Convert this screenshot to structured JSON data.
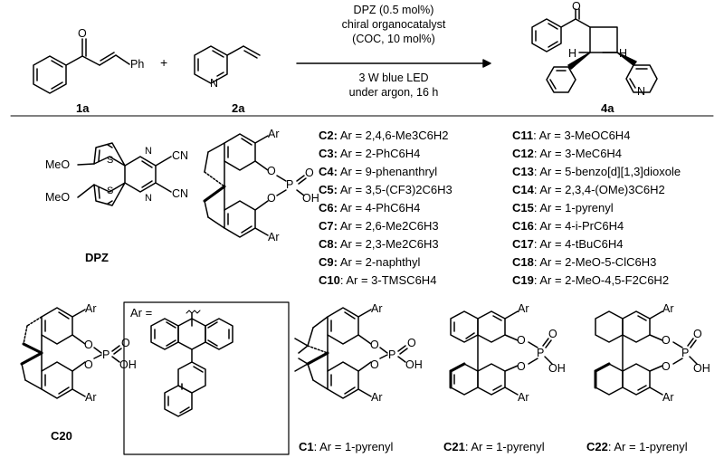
{
  "reaction": {
    "reactant1_label": "1a",
    "reactant2_label": "2a",
    "product_label": "4a",
    "plus": "+",
    "conditions_above": [
      "DPZ (0.5 mol%)",
      "chiral organocatalyst",
      "(COC, 10 mol%)"
    ],
    "conditions_below": [
      "3 W blue LED",
      "under argon, 16 h"
    ],
    "atoms": {
      "o": "O",
      "ph": "Ph",
      "n": "N",
      "h": "H"
    }
  },
  "dpz": {
    "label": "DPZ",
    "meo_top": "MeO",
    "meo_bottom": "MeO",
    "cn_top": "CN",
    "cn_bottom": "CN",
    "n": "N",
    "s": "S"
  },
  "phosphoric": {
    "ar": "Ar",
    "o": "O",
    "p": "P",
    "oh": "OH"
  },
  "catalysts_left": [
    {
      "id": "C2:",
      "desc": "Ar = 2,4,6-Me3C6H2"
    },
    {
      "id": "C3:",
      "desc": "Ar = 2-PhC6H4"
    },
    {
      "id": "C4:",
      "desc": "Ar = 9-phenanthryl"
    },
    {
      "id": "C5:",
      "desc": "Ar = 3,5-(CF3)2C6H3"
    },
    {
      "id": "C6:",
      "desc": "Ar = 4-PhC6H4"
    },
    {
      "id": "C7:",
      "desc": "Ar = 2,6-Me2C6H3"
    },
    {
      "id": "C8:",
      "desc": "Ar = 2,3-Me2C6H3"
    },
    {
      "id": "C9:",
      "desc": "Ar = 2-naphthyl"
    },
    {
      "id": "C10",
      "desc": ": Ar = 3-TMSC6H4"
    }
  ],
  "catalysts_right": [
    {
      "id": "C11",
      "desc": ": Ar = 3-MeOC6H4"
    },
    {
      "id": "C12",
      "desc": ": Ar = 3-MeC6H4"
    },
    {
      "id": "C13",
      "desc": ": Ar = 5-benzo[d][1,3]dioxole"
    },
    {
      "id": "C14",
      "desc": ": Ar = 2,3,4-(OMe)3C6H2"
    },
    {
      "id": "C15",
      "desc": ": Ar = 1-pyrenyl"
    },
    {
      "id": "C16",
      "desc": ": Ar = 4-i-PrC6H4"
    },
    {
      "id": "C17",
      "desc": ": Ar = 4-tBuC6H4"
    },
    {
      "id": "C18",
      "desc": ": Ar = 2-MeO-5-ClC6H3"
    },
    {
      "id": "C19",
      "desc": ": Ar = 2-MeO-4,5-F2C6H2"
    }
  ],
  "bottom": {
    "c20_label": "C20",
    "box_ar": "Ar =",
    "c1_id": "C1",
    "c1_desc": ": Ar = 1-pyrenyl",
    "c21_id": "C21",
    "c21_desc": ": Ar = 1-pyrenyl",
    "c22_id": "C22",
    "c22_desc": ": Ar = 1-pyrenyl"
  }
}
